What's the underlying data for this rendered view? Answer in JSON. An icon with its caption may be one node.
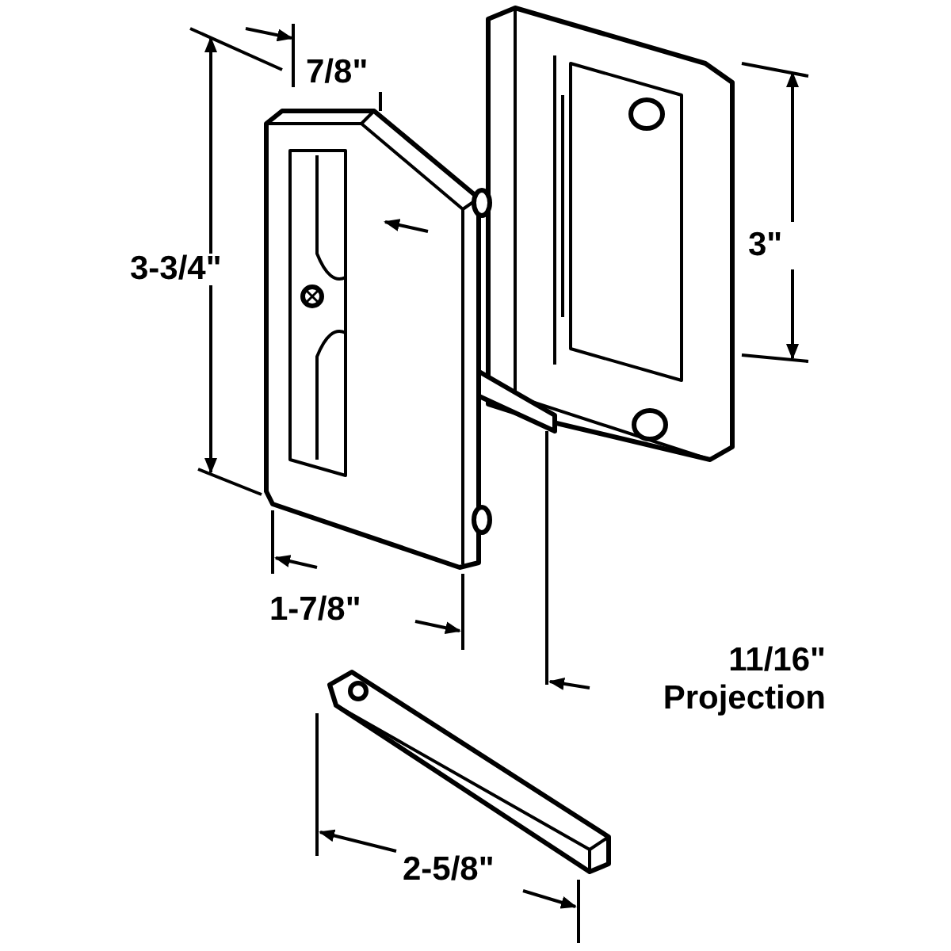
{
  "diagram": {
    "labels": [
      "7/8\"",
      "3-3/4\"",
      "3\"",
      "1-7/8\"",
      "11/16\" Projection",
      "2-5/8\""
    ]
  }
}
